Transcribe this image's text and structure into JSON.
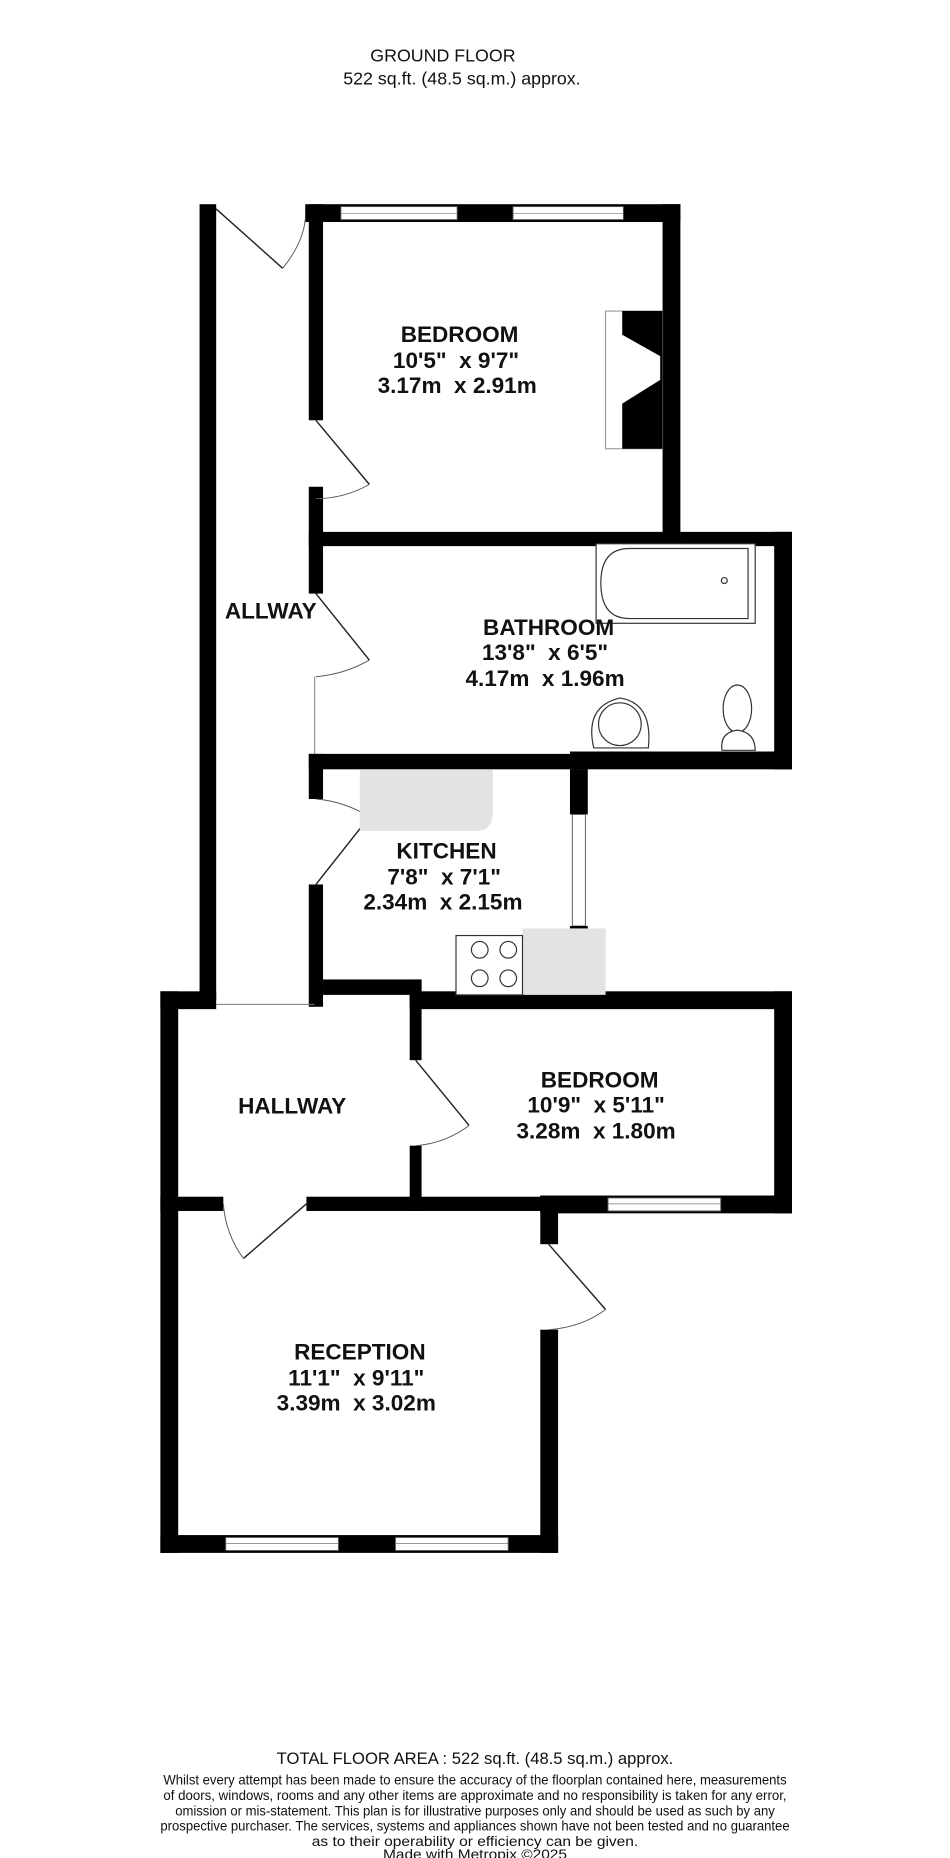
{
  "header": {
    "floor_name": "GROUND FLOOR",
    "floor_area": "522 sq.ft. (48.5 sq.m.) approx."
  },
  "rooms": [
    {
      "name": "BEDROOM",
      "imperial": "10'5\"  x 9'7\"",
      "metric": "3.17m  x 2.91m"
    },
    {
      "name": "BATHROOM",
      "imperial": "13'8\"  x 6'5\"",
      "metric": "4.17m  x 1.96m"
    },
    {
      "name": "KITCHEN",
      "imperial": "7'8\"  x 7'1\"",
      "metric": "2.34m  x 2.15m"
    },
    {
      "name": "BEDROOM",
      "imperial": "10'9\"  x 5'11\"",
      "metric": "3.28m  x 1.80m"
    },
    {
      "name": "HALLWAY"
    },
    {
      "name": "ALLWAY"
    },
    {
      "name": "RECEPTION",
      "imperial": "11'1\"  x 9'11\"",
      "metric": "3.39m  x 3.02m"
    }
  ],
  "footer": {
    "total_area": "TOTAL FLOOR AREA : 522 sq.ft. (48.5 sq.m.) approx.",
    "disclaimer": [
      "Whilst every attempt has been made to ensure the accuracy of the floorplan contained here, measurements",
      "of doors, windows, rooms and any other items are approximate and no responsibility is taken for any error,",
      "omission or mis-statement. This plan is for illustrative purposes only and should be used as such by any",
      "prospective purchaser. The services, systems and appliances shown have not been tested and no guarantee",
      "as to their operability or efficiency can be given."
    ],
    "credit": "Made with Metropix ©2025"
  }
}
